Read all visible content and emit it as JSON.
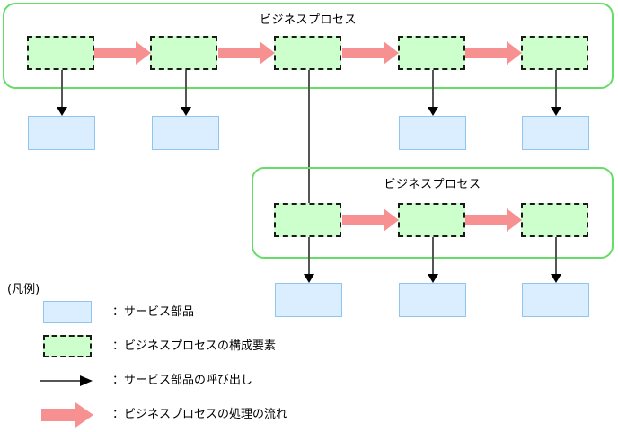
{
  "diagram": {
    "title_top": "ビジネスプロセス",
    "title_bottom": "ビジネスプロセス",
    "colors": {
      "group_border": "#66dd66",
      "process_fill": "#ccffcc",
      "process_border": "#1a1a1a",
      "service_fill": "#dbeeff",
      "service_border": "#8fc5ef",
      "flow_arrow": "#f79191",
      "call_arrow": "#000000"
    },
    "group_top": {
      "label": "ビジネスプロセス",
      "process_boxes": [
        {
          "name": "process-element-1"
        },
        {
          "name": "process-element-2"
        },
        {
          "name": "process-element-3"
        },
        {
          "name": "process-element-4"
        },
        {
          "name": "process-element-5"
        }
      ],
      "flow_arrows": 4
    },
    "group_bottom": {
      "label": "ビジネスプロセス",
      "process_boxes": [
        {
          "name": "process-element-6"
        },
        {
          "name": "process-element-7"
        },
        {
          "name": "process-element-8"
        }
      ],
      "flow_arrows": 2
    },
    "service_boxes_top_row": [
      {
        "name": "service-component-1"
      },
      {
        "name": "service-component-2"
      },
      {
        "name": "service-component-3"
      },
      {
        "name": "service-component-4"
      }
    ],
    "service_boxes_bottom_row": [
      {
        "name": "service-component-5"
      },
      {
        "name": "service-component-6"
      },
      {
        "name": "service-component-7"
      }
    ]
  },
  "legend": {
    "heading": "(凡例)",
    "items": [
      {
        "icon": "blue-rectangle-swatch",
        "label": "：サービス部品"
      },
      {
        "icon": "green-dashed-rectangle-swatch",
        "label": "：ビジネスプロセスの構成要素"
      },
      {
        "icon": "thin-black-arrow",
        "label": "：サービス部品の呼び出し"
      },
      {
        "icon": "thick-pink-arrow",
        "label": "：ビジネスプロセスの処理の流れ"
      }
    ]
  }
}
